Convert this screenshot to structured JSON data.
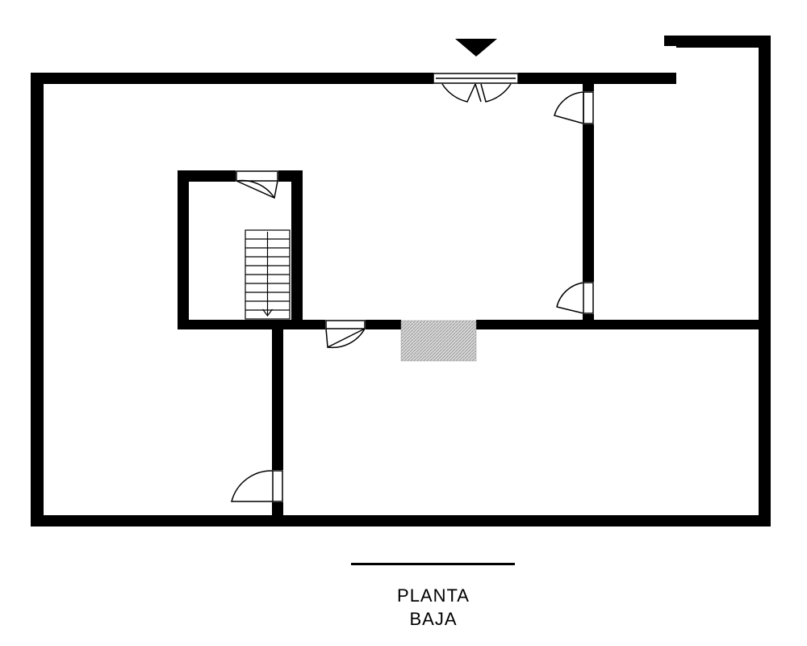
{
  "caption": {
    "line1": "PLANTA",
    "line2": "BAJA"
  },
  "colors": {
    "wall": "#000000",
    "background": "#ffffff",
    "stair_landing_hatch": "#b5b5b5"
  },
  "icons": {
    "entrance_marker": "entrance-arrow-icon"
  },
  "stairs": {
    "steps": 10,
    "direction": "down"
  }
}
